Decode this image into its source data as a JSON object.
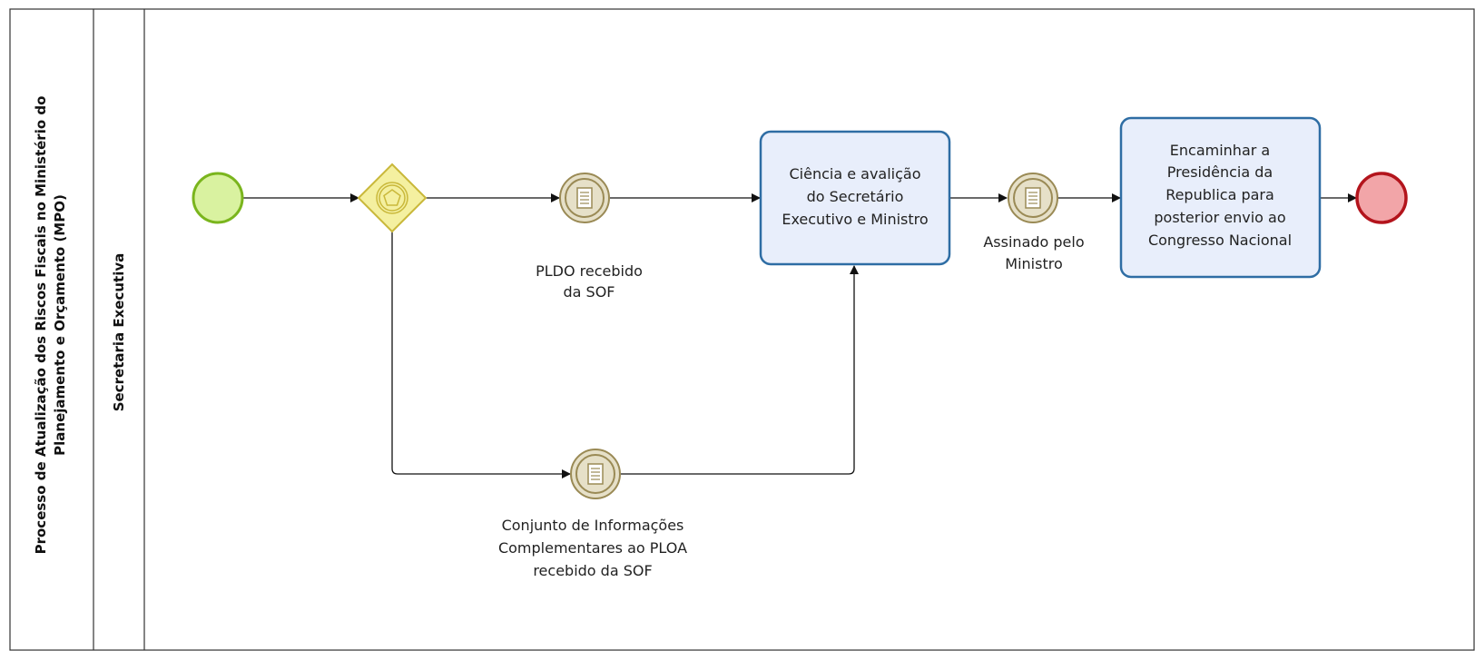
{
  "pool": {
    "title_line1": "Processo de Atualização dos Riscos Fiscais no Ministério do",
    "title_line2": "Planejamento e Orçamento (MPO)"
  },
  "lane": {
    "title": "Secretaria Executiva"
  },
  "events": {
    "pldo": {
      "label_line1": "PLDO recebido",
      "label_line2": "da SOF"
    },
    "assinado": {
      "label_line1": "Assinado pelo",
      "label_line2": "Ministro"
    },
    "conjunto": {
      "label_line1": "Conjunto de Informações",
      "label_line2": "Complementares ao PLOA",
      "label_line3": "recebido da SOF"
    }
  },
  "tasks": {
    "ciencia": {
      "line1": "Ciência e avalição",
      "line2": "do Secretário",
      "line3": "Executivo e Ministro"
    },
    "encaminhar": {
      "line1": "Encaminhar a",
      "line2": "Presidência da",
      "line3": "Republica para",
      "line4": "posterior envio ao",
      "line5": "Congresso Nacional"
    }
  },
  "colors": {
    "start_fill": "#d9f2a0",
    "start_stroke": "#7ab51d",
    "end_fill": "#f2a5a8",
    "end_stroke": "#b3141c",
    "gateway_fill": "#f4f0a0",
    "gateway_stroke": "#c9b83a",
    "event_fill": "#e6e0c8",
    "event_stroke": "#9a8a55",
    "task_fill": "#e8eefb",
    "task_stroke": "#2e6da4"
  }
}
